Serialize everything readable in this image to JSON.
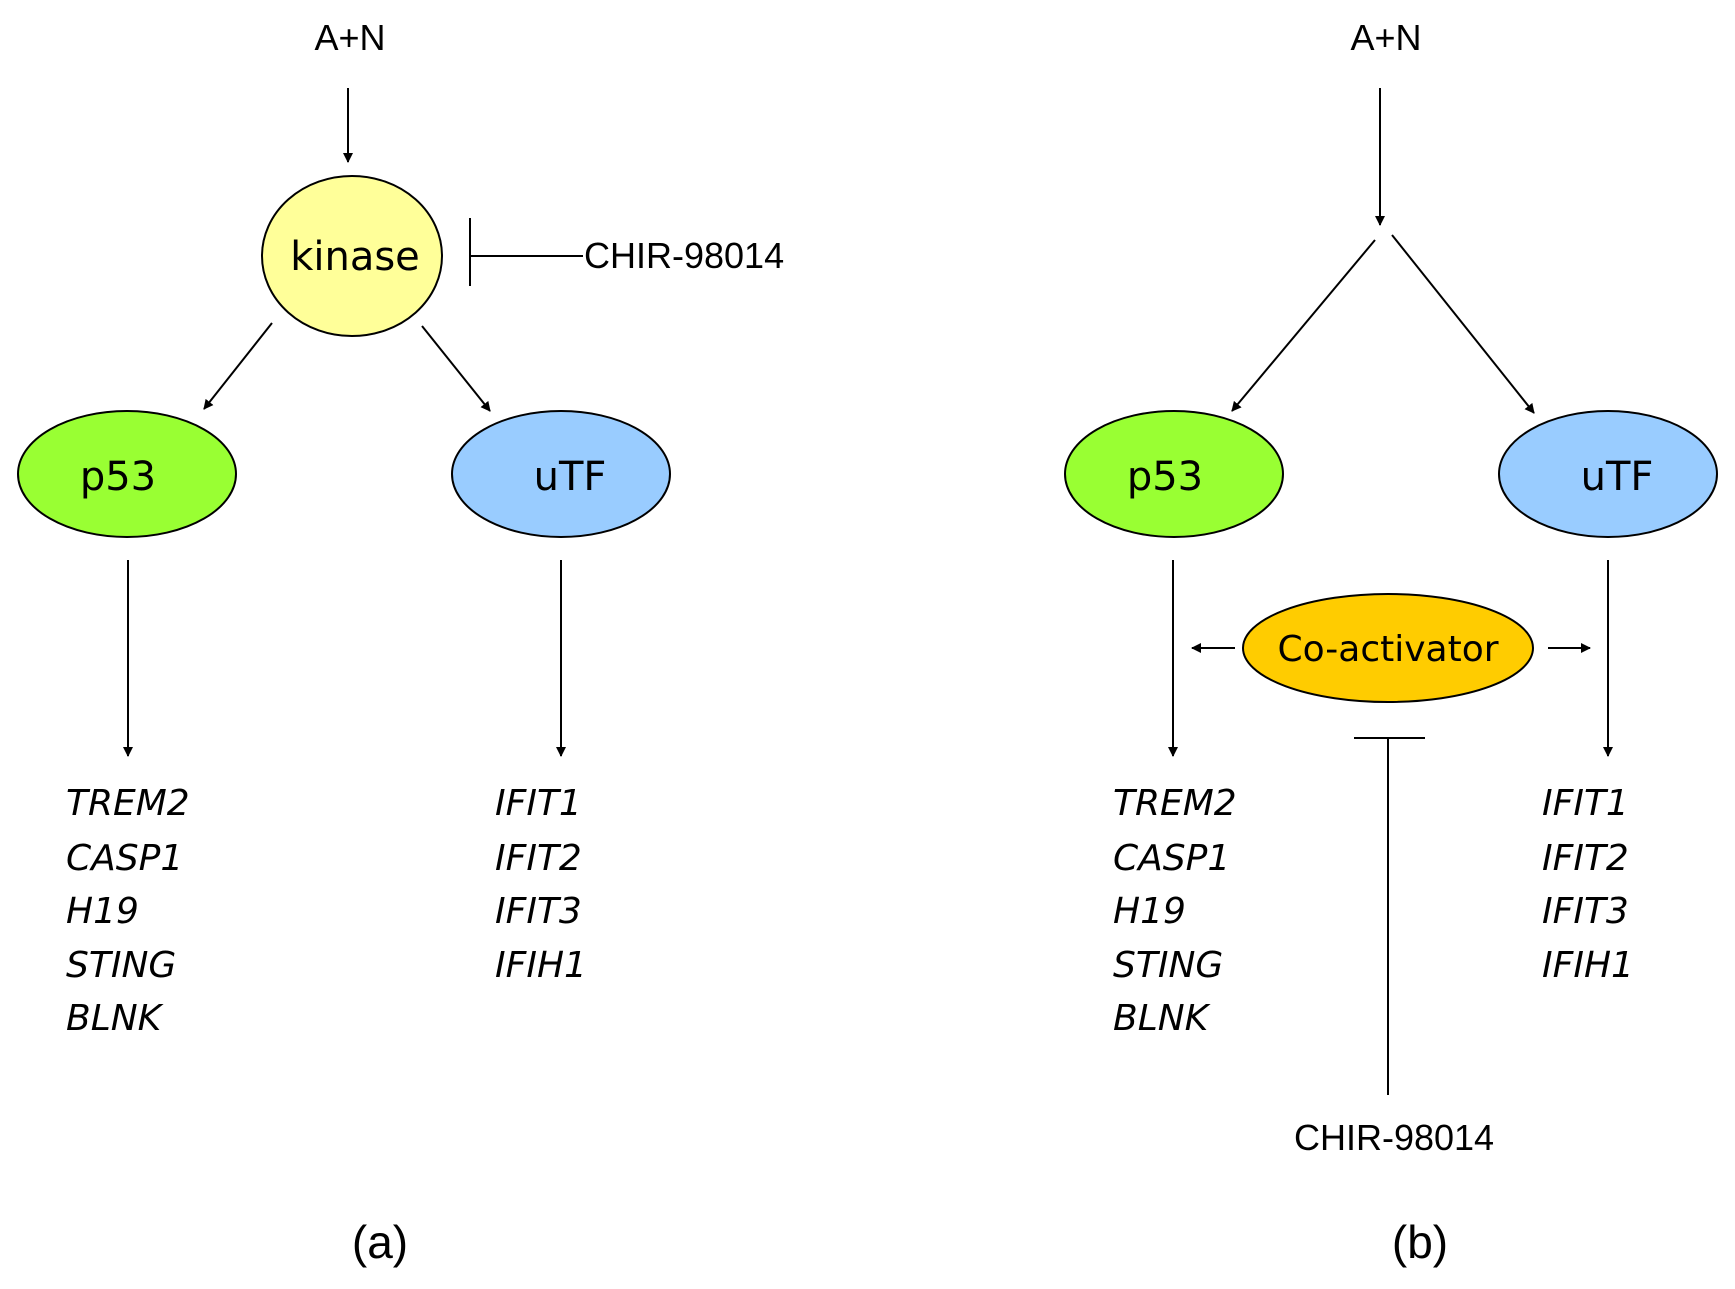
{
  "panel_a": {
    "input_label": "A+N",
    "kinase": {
      "label": "kinase",
      "color": "#FFFF99"
    },
    "inhibitor": "CHIR-98014",
    "p53": {
      "label": "p53",
      "color": "#99FF33"
    },
    "utf": {
      "label": "uTF",
      "color": "#99CCFF"
    },
    "p53_genes": [
      "TREM2",
      "CASP1",
      "H19",
      "STING",
      "BLNK"
    ],
    "utf_genes": [
      "IFIT1",
      "IFIT2",
      "IFIT3",
      "IFIH1"
    ],
    "caption": "(a)"
  },
  "panel_b": {
    "input_label": "A+N",
    "p53": {
      "label": "p53",
      "color": "#99FF33"
    },
    "utf": {
      "label": "uTF",
      "color": "#99CCFF"
    },
    "coactivator": {
      "label": "Co-activator",
      "color": "#FFCC00"
    },
    "inhibitor": "CHIR-98014",
    "p53_genes": [
      "TREM2",
      "CASP1",
      "H19",
      "STING",
      "BLNK"
    ],
    "utf_genes": [
      "IFIT1",
      "IFIT2",
      "IFIT3",
      "IFIH1"
    ],
    "caption": "(b)"
  }
}
